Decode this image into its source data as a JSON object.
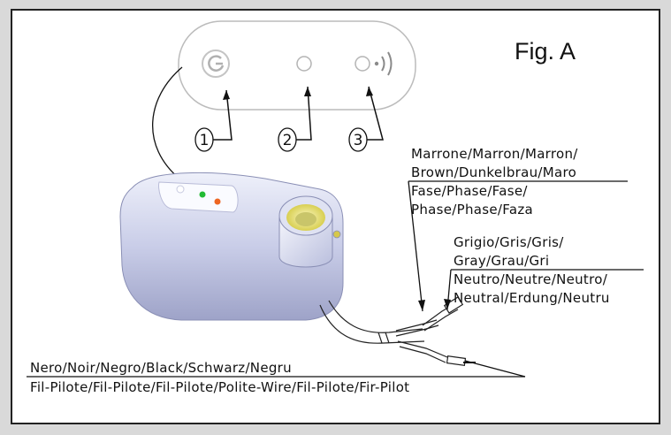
{
  "figure_label": "Fig. A",
  "callouts": [
    "1",
    "2",
    "3"
  ],
  "wires": {
    "brown": {
      "line1": "Marrone/Marron/Marron/",
      "line2": "Brown/Dunkelbrau/Maro",
      "line3": "Fase/Phase/Fase/",
      "line4": "Phase/Phase/Faza"
    },
    "gray": {
      "line1": "Grigio/Gris/Gris/",
      "line2": "Gray/Grau/Gri",
      "line3": "Neutro/Neutre/Neutro/",
      "line4": "Neutral/Erdung/Neutru"
    },
    "black": {
      "line1": "Nero/Noir/Negro/Black/Schwarz/Negru",
      "line2": "Fil-Pilote/Fil-Pilote/Fil-Pilote/Polite-Wire/Fil-Pilote/Fir-Pilot"
    }
  },
  "colors": {
    "led_green": "#22bb33",
    "led_orange": "#ee6622",
    "body": "#c9cde8",
    "socket_yellow": "#e8e27a"
  },
  "icons": [
    "power-icon",
    "status-led-icon",
    "wifi-signal-icon"
  ]
}
